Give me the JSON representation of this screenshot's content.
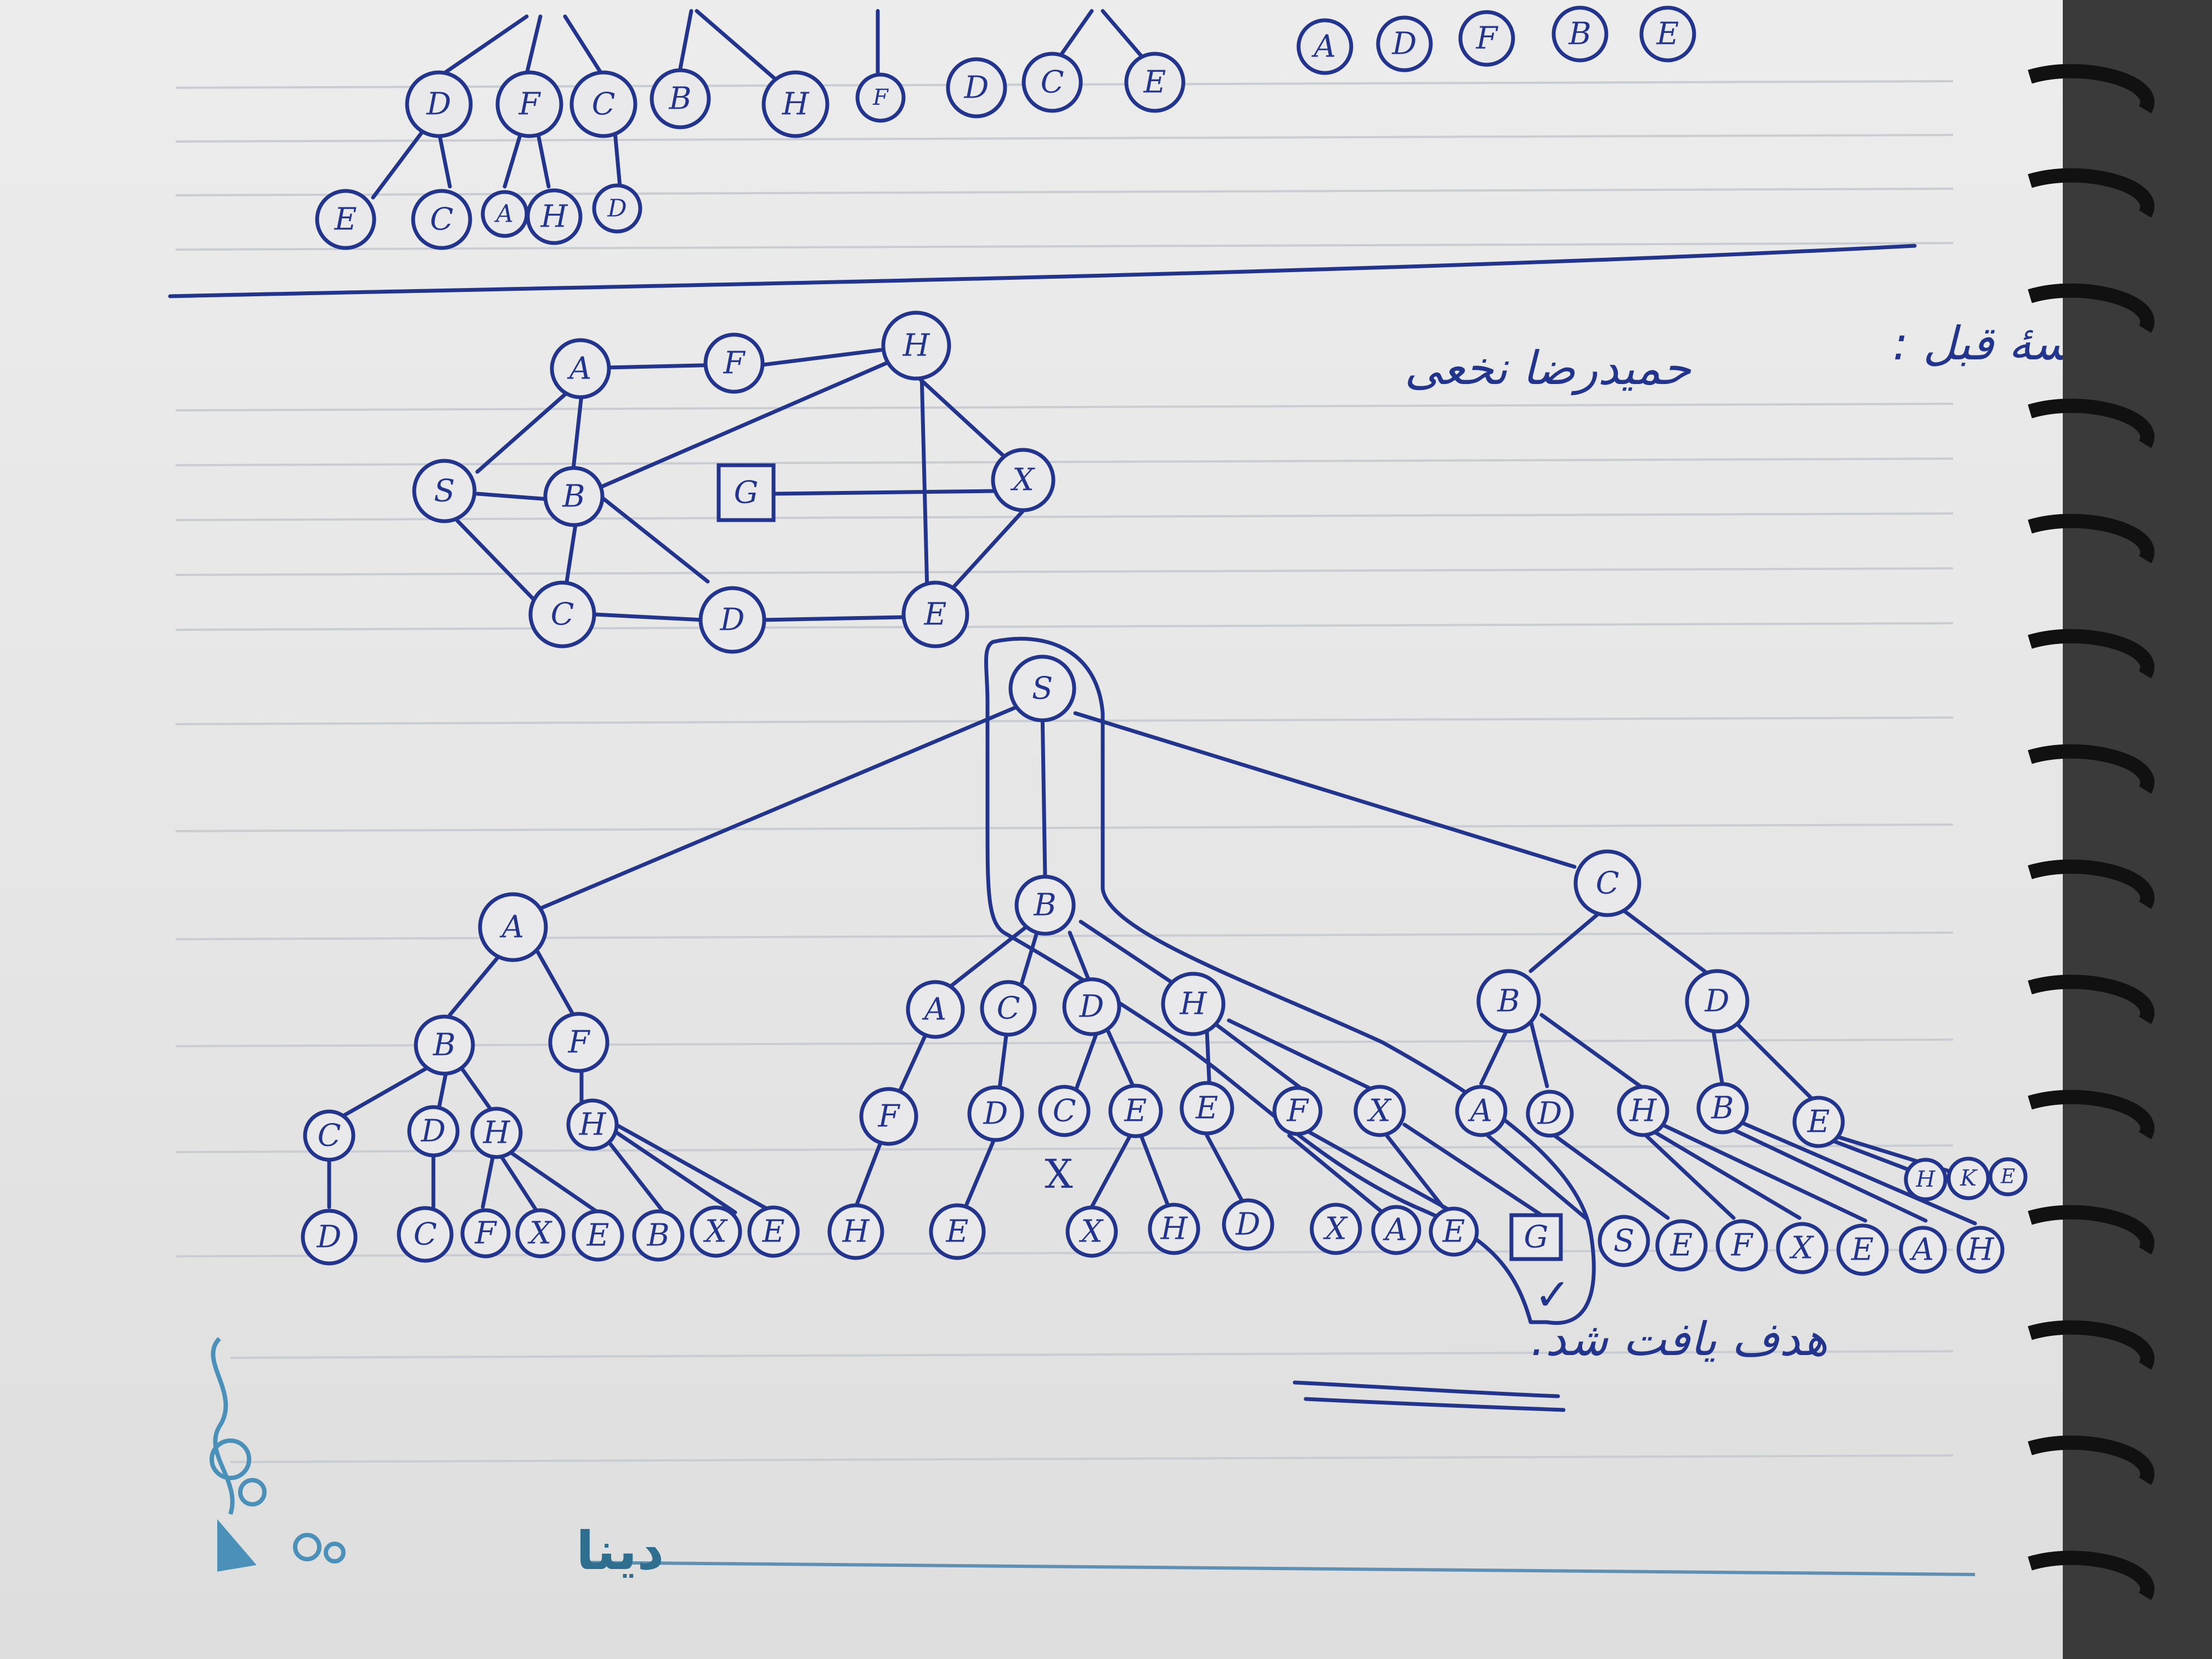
{
  "top_row_nodes": [
    "D",
    "F",
    "C",
    "B",
    "H",
    "F",
    "D",
    "C",
    "E"
  ],
  "top_row_nodes_2": [
    "A",
    "D",
    "F",
    "B",
    "E"
  ],
  "top_bottom_nodes": [
    "E",
    "C",
    "A",
    "H",
    "D"
  ],
  "graph": {
    "nodes": [
      "S",
      "A",
      "F",
      "H",
      "B",
      "G",
      "X",
      "C",
      "D",
      "E"
    ],
    "goal": "G"
  },
  "header_right": "تمرین جلسهٔ قبل :",
  "header_name": "حمیدرضا نخعی",
  "tree": {
    "root": "S",
    "level1": [
      "A",
      "B",
      "C"
    ],
    "level2_A": [
      "B",
      "F"
    ],
    "level2_B": [
      "A",
      "C",
      "D",
      "H"
    ],
    "level2_C": [
      "B",
      "D"
    ],
    "level3_A": [
      "C",
      "D",
      "H",
      "H"
    ],
    "level3_B": [
      "F",
      "D",
      "C",
      "E",
      "E",
      "F",
      "X"
    ],
    "level3_C": [
      "A",
      "D",
      "H",
      "B",
      "E"
    ],
    "level4_A": [
      "D",
      "C",
      "F",
      "X",
      "E",
      "B",
      "X",
      "E"
    ],
    "level4_B": [
      "H",
      "E",
      "X",
      "H",
      "D",
      "X",
      "A",
      "E",
      "G"
    ],
    "level4_C": [
      "S",
      "E",
      "F",
      "X",
      "E",
      "A",
      "H"
    ],
    "extra_C": [
      "H",
      "K",
      "E"
    ],
    "cross_mark": "X",
    "check_mark": "✓"
  },
  "goal_found_text": "هدف یافت شد.",
  "brand": "دینا"
}
